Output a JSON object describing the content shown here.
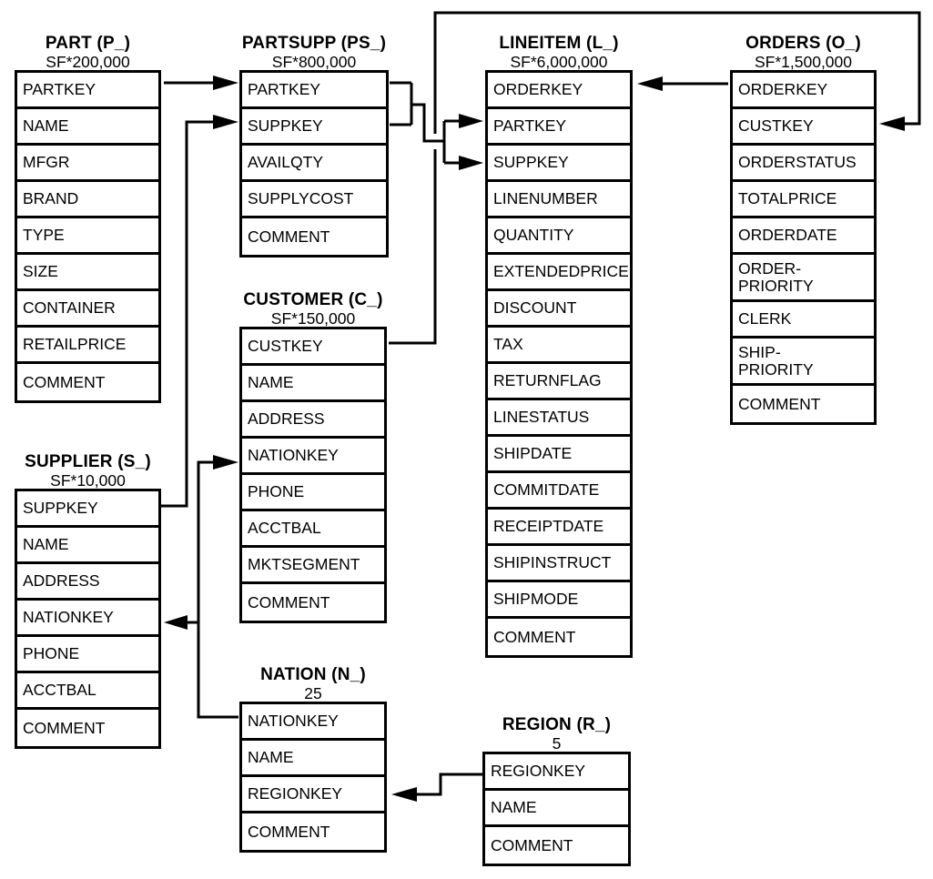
{
  "diagram": {
    "kind": "database-schema",
    "colors": {
      "line": "#000000",
      "background": "#ffffff",
      "text": "#000000"
    }
  },
  "tables": [
    {
      "key": "part",
      "name": "PART (P_)",
      "cardinality": "SF*200,000",
      "columns": [
        "PARTKEY",
        "NAME",
        "MFGR",
        "BRAND",
        "TYPE",
        "SIZE",
        "CONTAINER",
        "RETAILPRICE",
        "COMMENT"
      ]
    },
    {
      "key": "partsupp",
      "name": "PARTSUPP (PS_)",
      "cardinality": "SF*800,000",
      "columns": [
        "PARTKEY",
        "SUPPKEY",
        "AVAILQTY",
        "SUPPLYCOST",
        "COMMENT"
      ]
    },
    {
      "key": "lineitem",
      "name": "LINEITEM (L_)",
      "cardinality": "SF*6,000,000",
      "columns": [
        "ORDERKEY",
        "PARTKEY",
        "SUPPKEY",
        "LINENUMBER",
        "QUANTITY",
        "EXTENDEDPRICE",
        "DISCOUNT",
        "TAX",
        "RETURNFLAG",
        "LINESTATUS",
        "SHIPDATE",
        "COMMITDATE",
        "RECEIPTDATE",
        "SHIPINSTRUCT",
        "SHIPMODE",
        "COMMENT"
      ]
    },
    {
      "key": "orders",
      "name": "ORDERS (O_)",
      "cardinality": "SF*1,500,000",
      "columns": [
        "ORDERKEY",
        "CUSTKEY",
        "ORDERSTATUS",
        "TOTALPRICE",
        "ORDERDATE",
        "ORDER-\nPRIORITY",
        "CLERK",
        "SHIP-\nPRIORITY",
        "COMMENT"
      ]
    },
    {
      "key": "supplier",
      "name": "SUPPLIER (S_)",
      "cardinality": "SF*10,000",
      "columns": [
        "SUPPKEY",
        "NAME",
        "ADDRESS",
        "NATIONKEY",
        "PHONE",
        "ACCTBAL",
        "COMMENT"
      ]
    },
    {
      "key": "customer",
      "name": "CUSTOMER (C_)",
      "cardinality": "SF*150,000",
      "columns": [
        "CUSTKEY",
        "NAME",
        "ADDRESS",
        "NATIONKEY",
        "PHONE",
        "ACCTBAL",
        "MKTSEGMENT",
        "COMMENT"
      ]
    },
    {
      "key": "nation",
      "name": "NATION (N_)",
      "cardinality": "25",
      "columns": [
        "NATIONKEY",
        "NAME",
        "REGIONKEY",
        "COMMENT"
      ]
    },
    {
      "key": "region",
      "name": "REGION (R_)",
      "cardinality": "5",
      "columns": [
        "REGIONKEY",
        "NAME",
        "COMMENT"
      ]
    }
  ],
  "relationships": [
    {
      "from": "PART.PARTKEY",
      "to": "PARTSUPP.PARTKEY"
    },
    {
      "from": "SUPPLIER.SUPPKEY",
      "to": "PARTSUPP.SUPPKEY"
    },
    {
      "from": "PARTSUPP.PARTKEY",
      "to": "LINEITEM.PARTKEY"
    },
    {
      "from": "PARTSUPP.SUPPKEY",
      "to": "LINEITEM.SUPPKEY"
    },
    {
      "from": "ORDERS.ORDERKEY",
      "to": "LINEITEM.ORDERKEY"
    },
    {
      "from": "CUSTOMER.CUSTKEY",
      "to": "ORDERS.CUSTKEY"
    },
    {
      "from": "NATION.NATIONKEY",
      "to": "CUSTOMER.NATIONKEY"
    },
    {
      "from": "NATION.NATIONKEY",
      "to": "SUPPLIER.NATIONKEY"
    },
    {
      "from": "REGION.REGIONKEY",
      "to": "NATION.REGIONKEY"
    }
  ]
}
